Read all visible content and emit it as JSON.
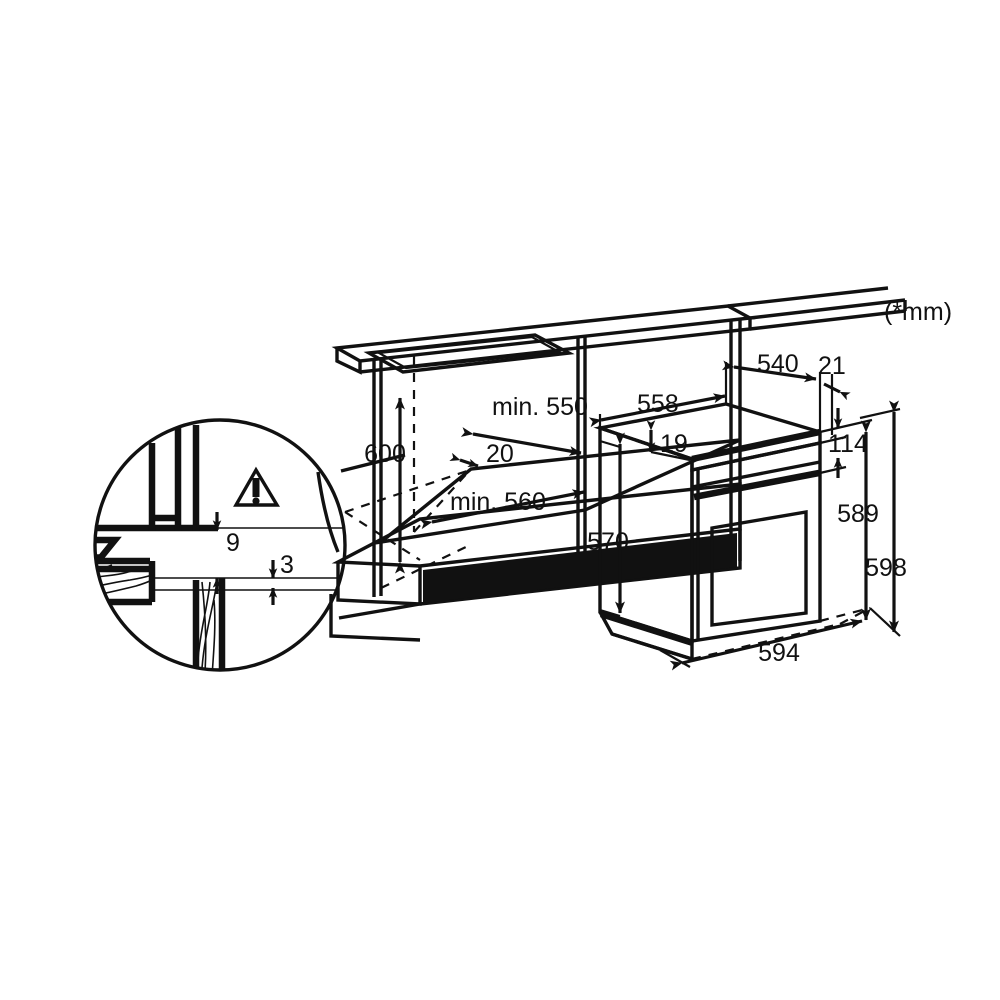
{
  "document": {
    "type": "installation-dimension-diagram",
    "subject": "Built-in oven cabinet installation dimensions",
    "units_note": "(*mm)"
  },
  "dimensions": {
    "niche_height": "600",
    "niche_depth_min": "min. 550",
    "niche_width_min": "min. 560",
    "gap_top": "20",
    "oven_top_width": "558",
    "oven_top_depth": "540",
    "oven_trim_offset": "21",
    "oven_top_lip": "19",
    "oven_panel_height": "114",
    "oven_body_height": "570",
    "oven_front_height_inner": "589",
    "oven_front_height_outer": "598",
    "oven_depth": "594",
    "detail_worktop_gap": "9",
    "detail_plinth_gap": "3"
  },
  "detail_callout": {
    "name": "magnified-detail-circle",
    "warning_icon": "warning-triangle-icon",
    "labels": [
      "9",
      "3"
    ]
  },
  "colors": {
    "line": "#111111",
    "background": "#ffffff",
    "fill_accent": "#111111"
  },
  "labels": {
    "unit": "(*mm)",
    "d600": "600",
    "d550": "min. 550",
    "d560": "min. 560",
    "d20": "20",
    "d558": "558",
    "d540": "540",
    "d21": "21",
    "d19": "19",
    "d114": "114",
    "d570": "570",
    "d589": "589",
    "d598": "598",
    "d594": "594",
    "d9": "9",
    "d3": "3"
  }
}
